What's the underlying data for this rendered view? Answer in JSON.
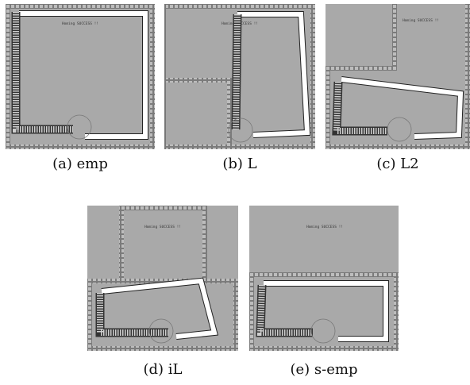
{
  "figure": {
    "status_text": "Homing SUCCESS !!",
    "panels": [
      {
        "id": "a",
        "caption": "(a) emp"
      },
      {
        "id": "b",
        "caption": "(b) L"
      },
      {
        "id": "c",
        "caption": "(c) L2"
      },
      {
        "id": "d",
        "caption": "(d) iL"
      },
      {
        "id": "e",
        "caption": "(e) s-emp"
      }
    ]
  },
  "colors": {
    "floor": "#a8a8a8",
    "wall_outer": "#777777",
    "wall_brick": "#aaaaaa",
    "trajectory": "#ffffff",
    "trajectory_edge": "#333333"
  }
}
